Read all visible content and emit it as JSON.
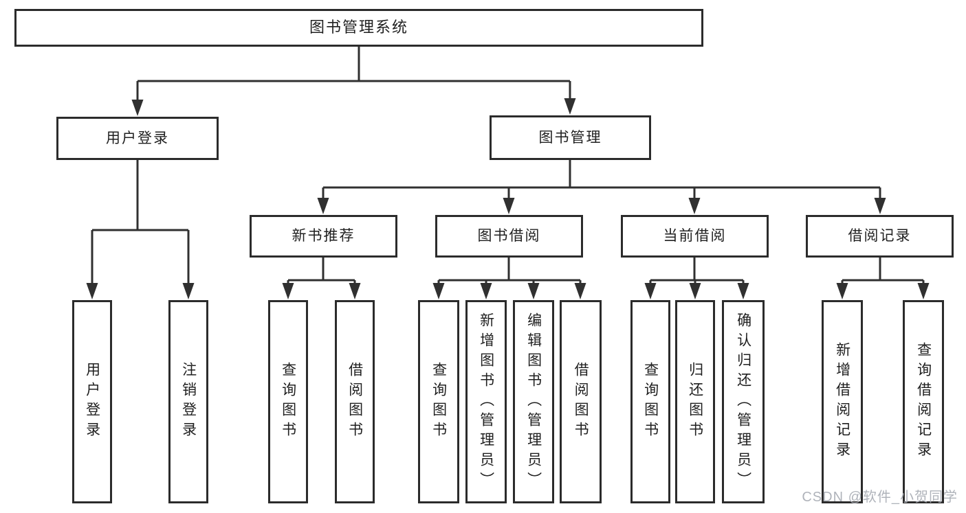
{
  "diagram": {
    "root": "图书管理系统",
    "level2": {
      "user_login": "用户登录",
      "book_management": "图书管理"
    },
    "level3": {
      "new_books": "新书推荐",
      "book_borrow": "图书借阅",
      "current_borrow": "当前借阅",
      "borrow_records": "借阅记录"
    },
    "leaves": {
      "user_login": [
        "用户登录",
        "注销登录"
      ],
      "new_books": [
        "查询图书",
        "借阅图书"
      ],
      "book_borrow": [
        "查询图书",
        "新增图书（管理员）",
        "编辑图书（管理员）",
        "借阅图书"
      ],
      "current_borrow": [
        "查询图书",
        "归还图书",
        "确认归还（管理员）"
      ],
      "borrow_records": [
        "新增借阅记录",
        "查询借阅记录"
      ]
    }
  },
  "watermark": "CSDN @软件_小贺同学",
  "colors": {
    "line": "#303030",
    "box_border": "#2b2b2b",
    "box_background": "#ffffff",
    "text": "#1f1f1f",
    "watermark": "#a9adb5",
    "page_background": "#ffffff"
  }
}
